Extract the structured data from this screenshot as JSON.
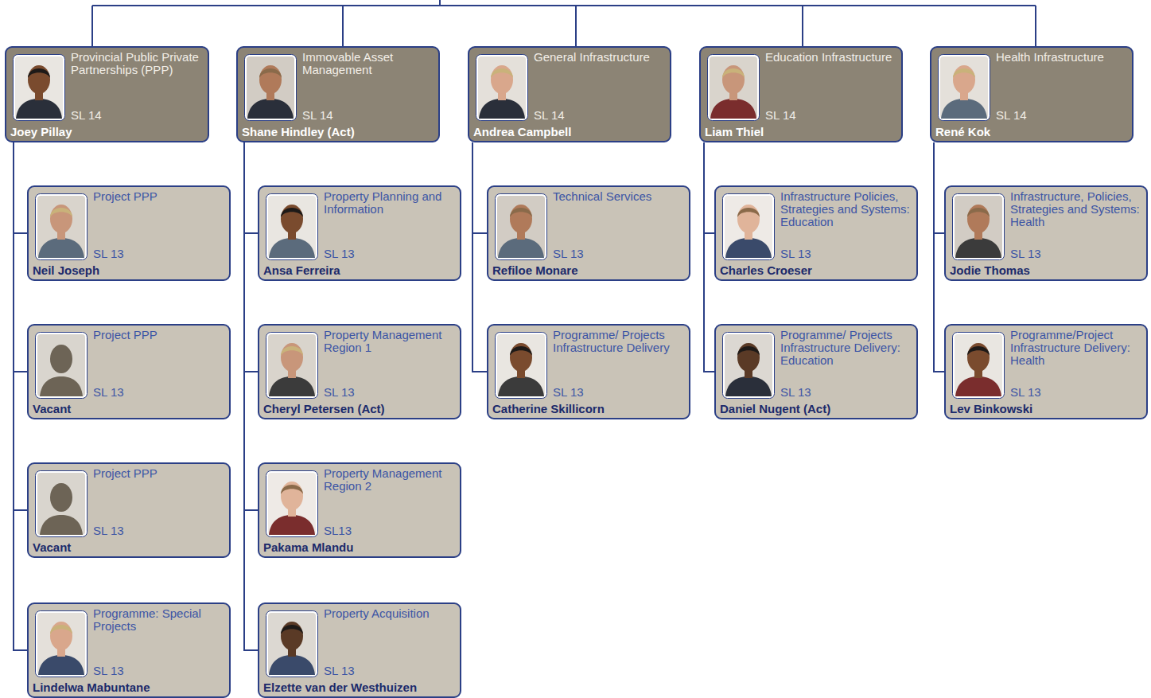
{
  "diagram": {
    "nodes": [
      {
        "text": [
          "Provincial Public Private Partnerships (PPP)",
          "SL 14",
          "Joey Pillay"
        ]
      },
      {
        "text": [
          "Project PPP",
          "SL 13",
          "Neil Joseph"
        ]
      },
      {
        "text": [
          "Project PPP",
          "SL 13",
          "Vacant"
        ]
      },
      {
        "text": [
          "Project PPP",
          "SL 13",
          "Vacant"
        ]
      },
      {
        "text": [
          "Programme: Special Projects",
          "SL 13",
          "Lindelwa Mabuntane"
        ]
      },
      {
        "text": [
          "Immovable Asset Management",
          "SL 14",
          "Shane Hindley (Act)"
        ]
      },
      {
        "text": [
          "Property Planning and Information",
          "SL 13",
          "Ansa Ferreira"
        ]
      },
      {
        "text": [
          "Property Management Region 1",
          "SL 13",
          "Cheryl Petersen (Act)"
        ]
      },
      {
        "text": [
          "Property Management Region 2",
          "SL13",
          "Pakama Mlandu"
        ]
      },
      {
        "text": [
          "Property Acquisition",
          "SL 13",
          "Elzette van der Westhuizen"
        ]
      },
      {
        "text": [
          "General Infrastructure",
          "SL 14",
          "Andrea Campbell"
        ]
      },
      {
        "text": [
          "Technical Services",
          "SL 13",
          "Refiloe Monare"
        ]
      },
      {
        "text": [
          "Programme/ Projects Infrastructure Delivery",
          "SL 13",
          "Catherine Skillicorn"
        ]
      },
      {
        "text": [
          "Education Infrastructure",
          "SL 14",
          "Liam Thiel"
        ]
      },
      {
        "text": [
          "Infrastructure Policies, Strategies and Systems: Education",
          "SL 13",
          "Charles Croeser"
        ]
      },
      {
        "text": [
          "Programme/ Projects Infrastructure Delivery: Education",
          "SL 13",
          "Daniel Nugent (Act)"
        ]
      },
      {
        "text": [
          "Health Infrastructure",
          "SL 14",
          "René Kok"
        ]
      },
      {
        "text": [
          "Infrastructure, Policies, Strategies and Systems: Health",
          "SL 13",
          "Jodie Thomas"
        ]
      },
      {
        "text": [
          "Programme/Project Infrastructure Delivery: Health",
          "SL 13",
          "Lev Binkowski"
        ]
      }
    ],
    "edges": [
      {
        "from": 0,
        "to": 1,
        "arrow": "none"
      },
      {
        "from": 0,
        "to": 2,
        "arrow": "none"
      },
      {
        "from": 0,
        "to": 3,
        "arrow": "none"
      },
      {
        "from": 0,
        "to": 4,
        "arrow": "none"
      },
      {
        "from": 5,
        "to": 6,
        "arrow": "none"
      },
      {
        "from": 5,
        "to": 7,
        "arrow": "none"
      },
      {
        "from": 5,
        "to": 8,
        "arrow": "none"
      },
      {
        "from": 5,
        "to": 9,
        "arrow": "none"
      },
      {
        "from": 10,
        "to": 11,
        "arrow": "none"
      },
      {
        "from": 10,
        "to": 12,
        "arrow": "none"
      },
      {
        "from": 13,
        "to": 14,
        "arrow": "none"
      },
      {
        "from": 13,
        "to": 15,
        "arrow": "none"
      },
      {
        "from": 16,
        "to": 17,
        "arrow": "none"
      },
      {
        "from": 16,
        "to": 18,
        "arrow": "none"
      }
    ]
  }
}
